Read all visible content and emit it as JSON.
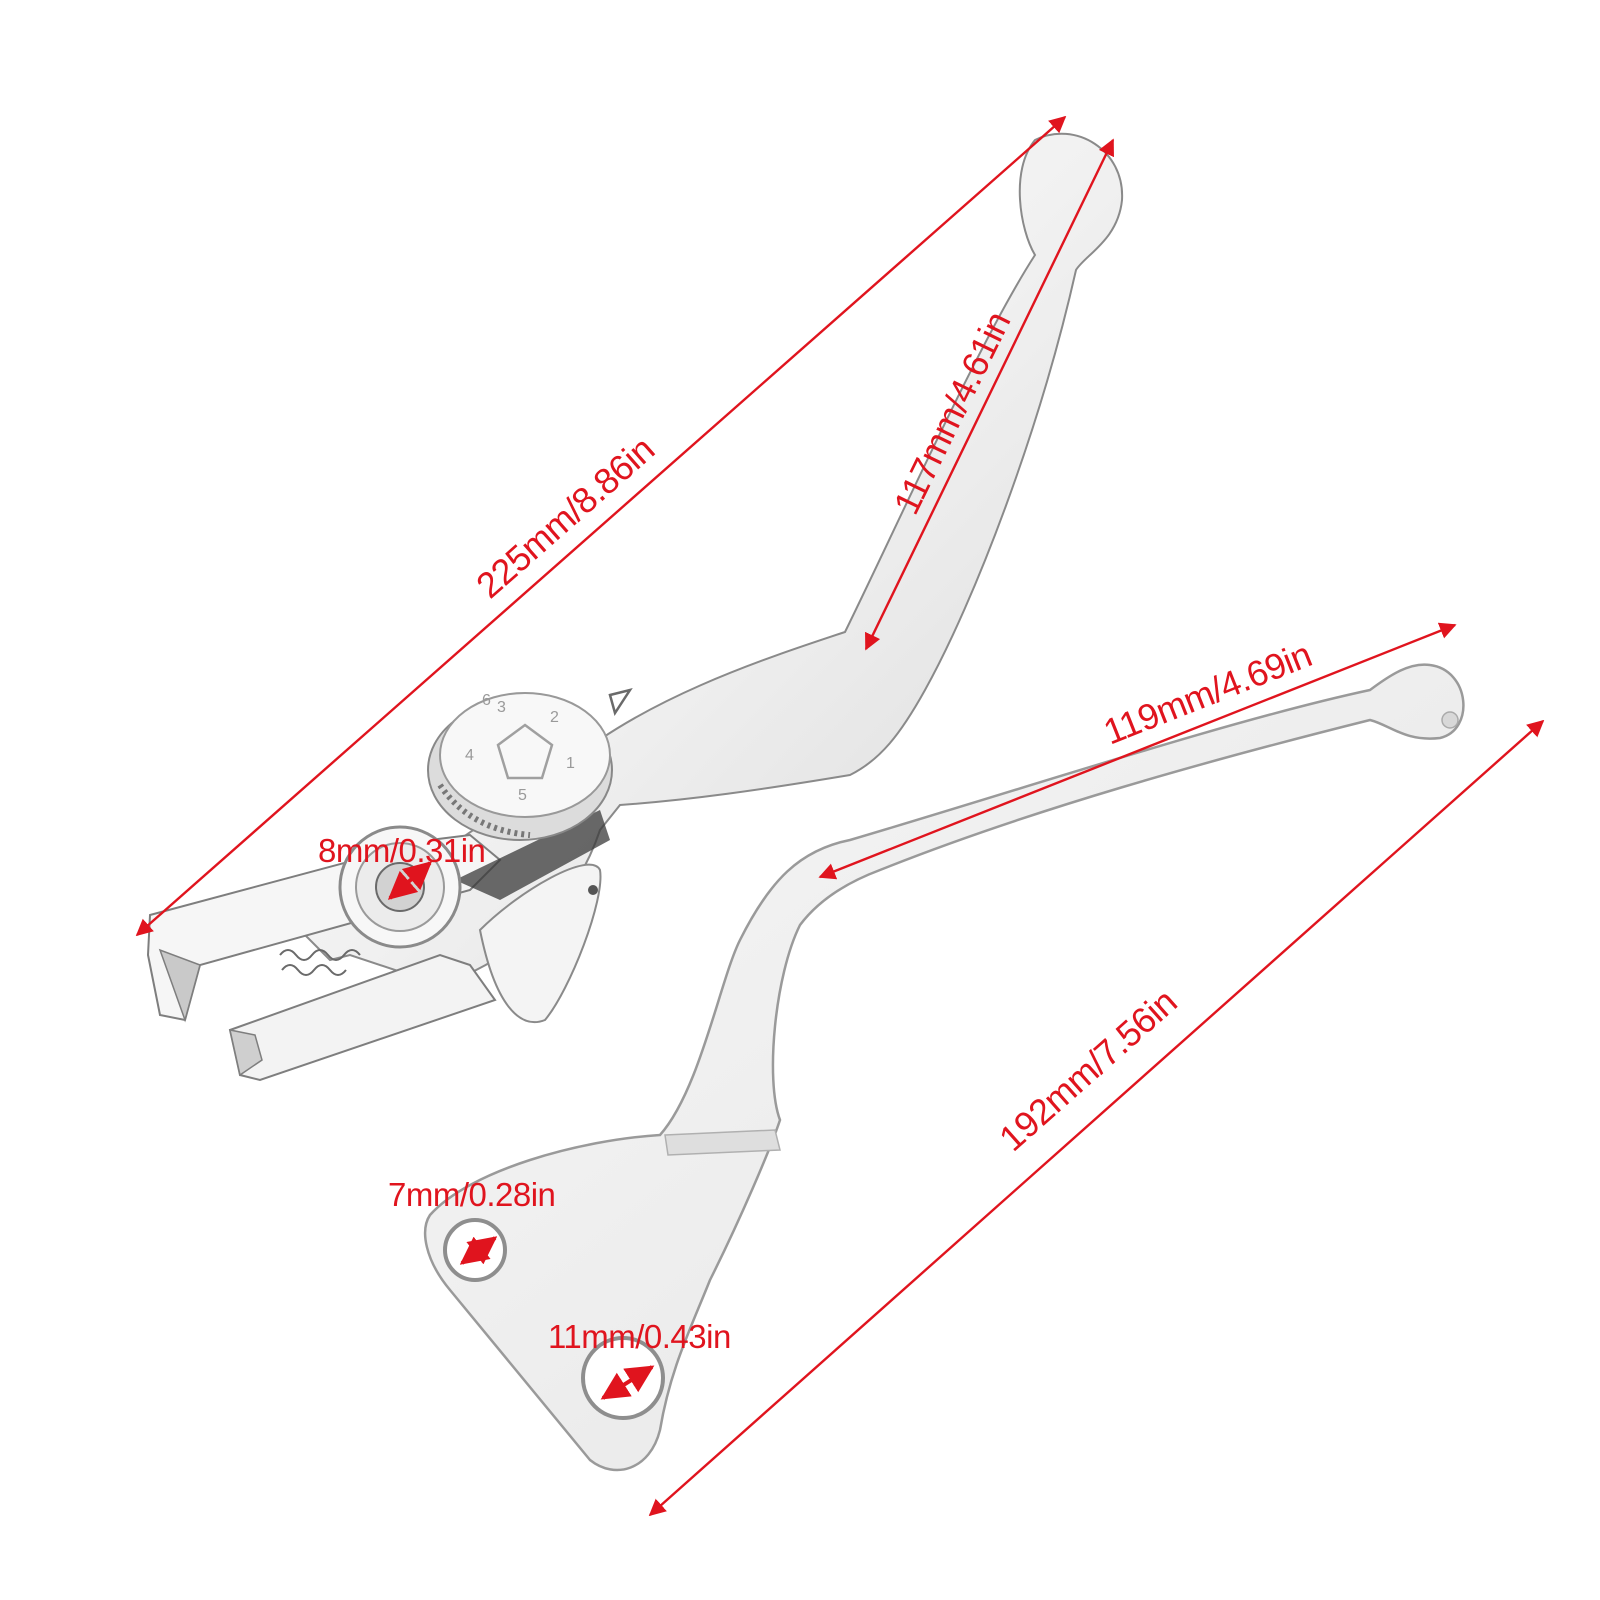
{
  "dimensions": {
    "lever1_total_length": "225mm/8.86in",
    "lever1_blade_length": "117mm/4.61in",
    "lever1_pivot_hole": "8mm/0.31in",
    "lever2_blade_length": "119mm/4.69in",
    "lever2_total_length": "192mm/7.56in",
    "lever2_small_hole": "7mm/0.28in",
    "lever2_large_hole": "11mm/0.43in"
  },
  "adjuster_dial": {
    "numbers": [
      "1",
      "2",
      "3",
      "4",
      "5",
      "6"
    ]
  },
  "colors": {
    "dimension_red": "#e0141e",
    "chrome_light": "#f4f4f4",
    "chrome_edge": "#8a8a8a",
    "aluminum": "#eeeeee"
  }
}
